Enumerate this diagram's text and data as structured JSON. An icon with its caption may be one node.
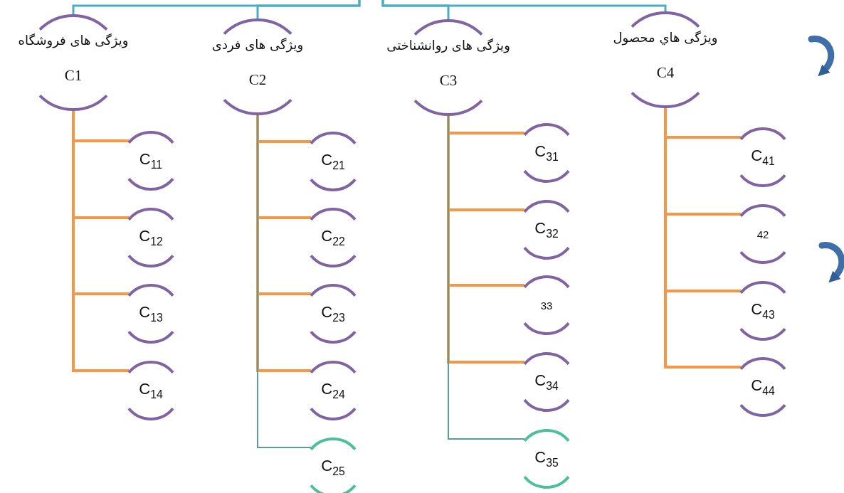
{
  "diagram": {
    "nodes": [
      {
        "text": [
          "ویژگی های فروشگاه",
          "C1"
        ]
      },
      {
        "text": [
          "ویژگی های فردی",
          "C2"
        ]
      },
      {
        "text": [
          "ویژگی های روانشناختی",
          "C3"
        ]
      },
      {
        "text": [
          "ویژگی هاي محصول",
          "C4"
        ]
      },
      {
        "text": [
          "C$_{11}$"
        ]
      },
      {
        "text": [
          "C$_{12}$"
        ]
      },
      {
        "text": [
          "C$_{13}$"
        ]
      },
      {
        "text": [
          "C$_{14}$"
        ]
      },
      {
        "text": [
          "C$_{21}$"
        ]
      },
      {
        "text": [
          "C$_{22}$"
        ]
      },
      {
        "text": [
          "C$_{23}$"
        ]
      },
      {
        "text": [
          "C$_{24}$"
        ]
      },
      {
        "text": [
          "C$_{25}$"
        ]
      },
      {
        "text": [
          "C$_{31}$"
        ]
      },
      {
        "text": [
          "C$_{32}$"
        ]
      },
      {
        "text": [
          "33"
        ]
      },
      {
        "text": [
          "C$_{34}$"
        ]
      },
      {
        "text": [
          "C$_{35}$"
        ]
      },
      {
        "text": [
          "C$_{41}$"
        ]
      },
      {
        "text": [
          "42"
        ]
      },
      {
        "text": [
          "C$_{43}$"
        ]
      },
      {
        "text": [
          "C$_{44}$"
        ]
      }
    ],
    "edges": [
      {
        "from": null,
        "to": 0,
        "arrow": "none",
        "color": "#4bacc6"
      },
      {
        "from": null,
        "to": 1,
        "arrow": "none",
        "color": "#4bacc6"
      },
      {
        "from": null,
        "to": 2,
        "arrow": "none",
        "color": "#4bacc6"
      },
      {
        "from": null,
        "to": 3,
        "arrow": "none",
        "color": "#4bacc6"
      },
      {
        "from": 0,
        "to": 4,
        "arrow": "none"
      },
      {
        "from": 0,
        "to": 5,
        "arrow": "none"
      },
      {
        "from": 0,
        "to": 6,
        "arrow": "none"
      },
      {
        "from": 0,
        "to": 7,
        "arrow": "none"
      },
      {
        "from": 1,
        "to": 8,
        "arrow": "none"
      },
      {
        "from": 1,
        "to": 9,
        "arrow": "none"
      },
      {
        "from": 1,
        "to": 10,
        "arrow": "none"
      },
      {
        "from": 1,
        "to": 11,
        "arrow": "none"
      },
      {
        "from": 1,
        "to": 12,
        "arrow": "none",
        "color": "#5a9e96"
      },
      {
        "from": 2,
        "to": 13,
        "arrow": "none"
      },
      {
        "from": 2,
        "to": 14,
        "arrow": "none"
      },
      {
        "from": 2,
        "to": 15,
        "arrow": "none"
      },
      {
        "from": 2,
        "to": 16,
        "arrow": "none"
      },
      {
        "from": 2,
        "to": 17,
        "arrow": "none",
        "color": "#5a9e96"
      },
      {
        "from": 3,
        "to": 18,
        "arrow": "none"
      },
      {
        "from": 3,
        "to": 19,
        "arrow": "none"
      },
      {
        "from": 3,
        "to": 20,
        "arrow": "none"
      },
      {
        "from": 3,
        "to": 21,
        "arrow": "none"
      }
    ]
  }
}
